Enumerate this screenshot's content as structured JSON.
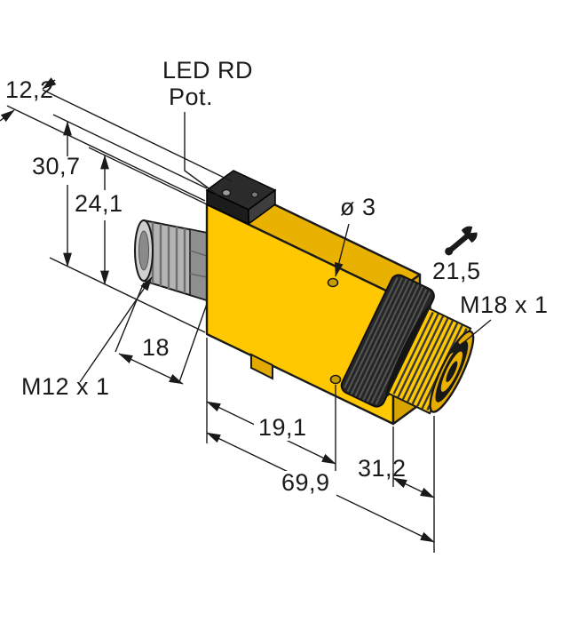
{
  "meta": {
    "background": "#ffffff",
    "line_color": "#1a1a1a"
  },
  "sensor": {
    "body_color": "#ffc800",
    "body_top_color": "#eab200",
    "body_end_color": "#d9a300",
    "nut_color": "#262626",
    "connector_color": "#b4b4b4",
    "lens_ring_color": "#e6ac00"
  },
  "icons": {
    "wrench": "open-end-wrench"
  },
  "labels": {
    "cap_depth": "12,2",
    "total_height": "30,7",
    "body_height": "24,1",
    "led": "LED RD",
    "pot": "Pot.",
    "hole_diameter": "ø 3",
    "wrench_size": "21,5",
    "front_thread": "M18 x 1",
    "connector_length": "18",
    "connector_thread": "M12 x 1",
    "hole_offset": "19,1",
    "nose_length": "31,2",
    "total_length": "69,9"
  }
}
